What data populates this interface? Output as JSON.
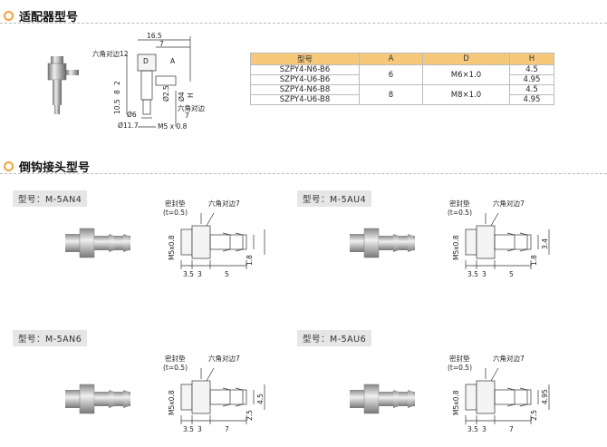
{
  "section1": {
    "title": "适配器型号"
  },
  "section2": {
    "title": "倒钩接头型号"
  },
  "adapter_drawing": {
    "dims": [
      "16.5",
      "7",
      "D",
      "A",
      "六角对边12",
      "10.5",
      "8",
      "2",
      "Ø6",
      "Ø11.7",
      "Ø2.5",
      "Ø4",
      "H",
      "六角对边",
      "7",
      "M5 x 0.8"
    ]
  },
  "table": {
    "headers": [
      "型号",
      "A",
      "D",
      "H"
    ],
    "rows": [
      {
        "model": "SZPY4-N6-B6",
        "A": "6",
        "D": "M6×1.0",
        "H": "4.5"
      },
      {
        "model": "SZPY4-U6-B6",
        "H": "4.95"
      },
      {
        "model": "SZPY4-N6-B8",
        "A": "8",
        "D": "M8×1.0",
        "H": "4.5"
      },
      {
        "model": "SZPY4-U6-B8",
        "H": "4.95"
      }
    ]
  },
  "barbs": [
    {
      "label": "型号：M-5AN4",
      "seal": "密封垫",
      "seal_t": "(t=0.5)",
      "hex": "六角对边7",
      "thread": "M5x0.8",
      "d1": "3.5",
      "d2": "3",
      "d3": "5",
      "h": "1.8",
      "od": ""
    },
    {
      "label": "型号：M-5AU4",
      "seal": "密封垫",
      "seal_t": "(t=0.5)",
      "hex": "六角对边7",
      "thread": "M5x0.8",
      "d1": "3.5",
      "d2": "3",
      "d3": "5",
      "h": "1.8",
      "od": "3.4"
    },
    {
      "label": "型号：M-5AN6",
      "seal": "密封垫",
      "seal_t": "(t=0.5)",
      "hex": "六角对边7",
      "thread": "M5x0.8",
      "d1": "3.5",
      "d2": "3",
      "d3": "7",
      "h": "2.5",
      "od": "4.5"
    },
    {
      "label": "型号：M-5AU6",
      "seal": "密封垫",
      "seal_t": "(t=0.5)",
      "hex": "六角对边7",
      "thread": "M5x0.8",
      "d1": "3.5",
      "d2": "3",
      "d3": "7",
      "h": "2.5",
      "od": "4.95"
    }
  ]
}
